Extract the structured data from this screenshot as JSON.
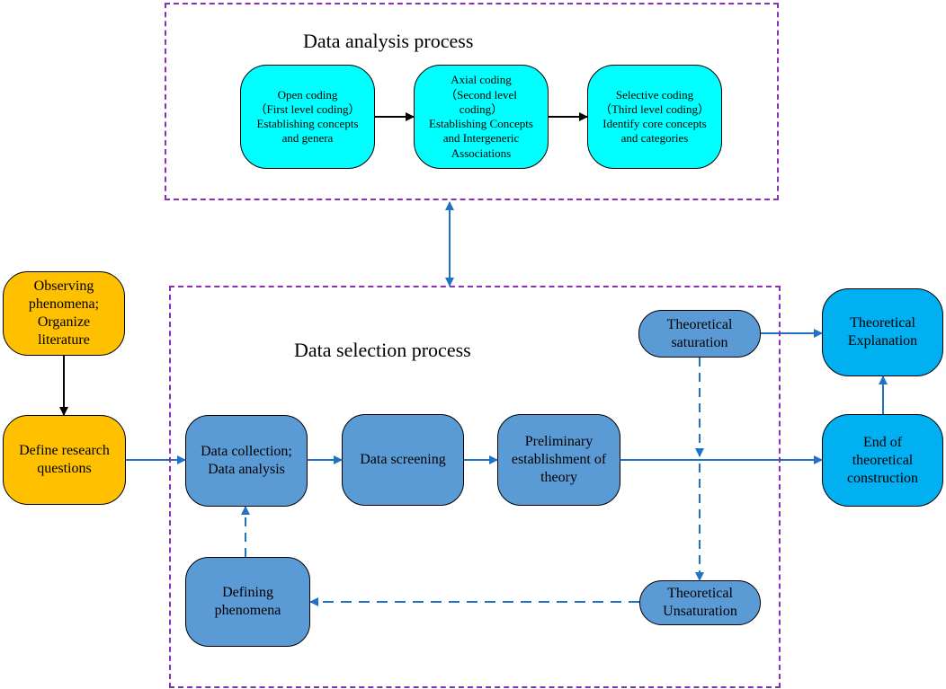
{
  "groups": {
    "analysis": {
      "title": "Data analysis process"
    },
    "selection": {
      "title": "Data selection process"
    }
  },
  "nodes": {
    "open_coding": "Open coding\n（First level coding）\nEstablishing concepts\nand genera",
    "axial_coding": "Axial coding\n（Second level\ncoding）\nEstablishing Concepts\nand Intergeneric\nAssociations",
    "selective_coding": "Selective coding\n（Third level coding）\nIdentify core concepts\nand categories",
    "observing": "Observing\nphenomena;\nOrganize\nliterature",
    "define_questions": "Define research\nquestions",
    "data_collection": "Data collection;\nData analysis",
    "data_screening": "Data screening",
    "preliminary": "Preliminary\nestablishment of\ntheory",
    "saturation": "Theoretical\nsaturation",
    "unsaturation": "Theoretical\nUnsaturation",
    "defining_phenomena": "Defining\nphenomena",
    "explanation": "Theoretical\nExplanation",
    "end_construction": "End of\ntheoretical\nconstruction"
  },
  "colors": {
    "group_border": "#8a2fb8",
    "cyan": "#00ffff",
    "orange": "#ffc000",
    "steel": "#5b9bd5",
    "sky": "#00b0f0",
    "blue_arrow": "#1f72c4",
    "black_arrow": "#000000"
  }
}
